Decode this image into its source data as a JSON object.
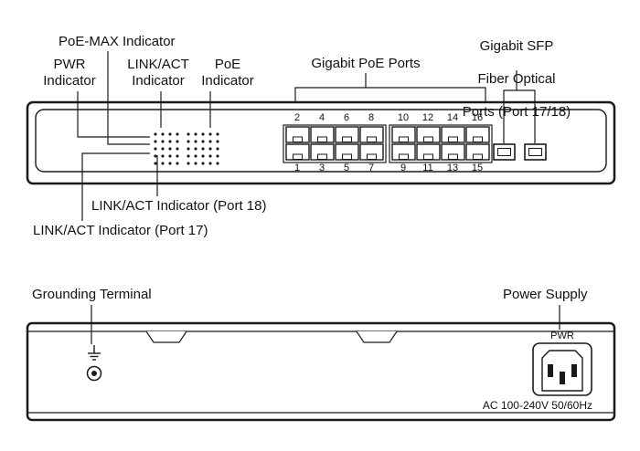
{
  "front_panel": {
    "callouts": {
      "poe_max": "PoE-MAX Indicator",
      "pwr": "PWR Indicator",
      "link_act": "LINK/ACT Indicator",
      "poe": "PoE Indicator",
      "gigabit_poe_ports": "Gigabit PoE Ports",
      "sfp_lines": [
        "Gigabit SFP",
        "Fiber Optical",
        "Ports (Port 17/18)"
      ],
      "link_act_port18": "LINK/ACT Indicator (Port 18)",
      "link_act_port17": "LINK/ACT Indicator (Port 17)"
    },
    "port_numbers_top": [
      "2",
      "4",
      "6",
      "8",
      "10",
      "12",
      "14",
      "16"
    ],
    "port_numbers_bottom": [
      "1",
      "3",
      "5",
      "7",
      "9",
      "11",
      "13",
      "15"
    ]
  },
  "rear_panel": {
    "callouts": {
      "grounding_terminal": "Grounding Terminal",
      "power_supply": "Power Supply"
    },
    "power_inlet_label": "PWR",
    "ac_rating": "AC 100-240V 50/60Hz"
  },
  "colors": {
    "line": "#1a1a1a",
    "background": "#ffffff"
  }
}
